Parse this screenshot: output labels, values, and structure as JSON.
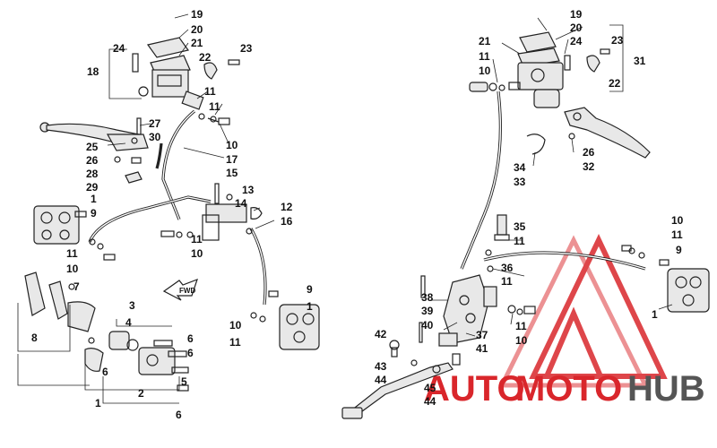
{
  "labels_left": [
    {
      "id": "19a",
      "text": "19"
    },
    {
      "id": "20a",
      "text": "20"
    },
    {
      "id": "21a",
      "text": "21"
    },
    {
      "id": "24a",
      "text": "24"
    },
    {
      "id": "22a",
      "text": "22"
    },
    {
      "id": "23a",
      "text": "23"
    },
    {
      "id": "18",
      "text": "18"
    },
    {
      "id": "11a",
      "text": "11"
    },
    {
      "id": "11b",
      "text": "11"
    },
    {
      "id": "27",
      "text": "27"
    },
    {
      "id": "30",
      "text": "30"
    },
    {
      "id": "10a",
      "text": "10"
    },
    {
      "id": "17",
      "text": "17"
    },
    {
      "id": "25",
      "text": "25"
    },
    {
      "id": "26a",
      "text": "26"
    },
    {
      "id": "28",
      "text": "28"
    },
    {
      "id": "29",
      "text": "29"
    },
    {
      "id": "15",
      "text": "15"
    },
    {
      "id": "13",
      "text": "13"
    },
    {
      "id": "14",
      "text": "14"
    },
    {
      "id": "12",
      "text": "12"
    },
    {
      "id": "16",
      "text": "16"
    },
    {
      "id": "1a",
      "text": "1"
    },
    {
      "id": "9a",
      "text": "9"
    },
    {
      "id": "11c",
      "text": "11"
    },
    {
      "id": "11d",
      "text": "11"
    },
    {
      "id": "10b",
      "text": "10"
    },
    {
      "id": "10c",
      "text": "10"
    },
    {
      "id": "7",
      "text": "7"
    },
    {
      "id": "3",
      "text": "3"
    },
    {
      "id": "4",
      "text": "4"
    },
    {
      "id": "6a",
      "text": "6"
    },
    {
      "id": "6b",
      "text": "6"
    },
    {
      "id": "8",
      "text": "8"
    },
    {
      "id": "6c",
      "text": "6"
    },
    {
      "id": "5",
      "text": "5"
    },
    {
      "id": "1b",
      "text": "1"
    },
    {
      "id": "2",
      "text": "2"
    },
    {
      "id": "6d",
      "text": "6"
    },
    {
      "id": "9b",
      "text": "9"
    },
    {
      "id": "1c",
      "text": "1"
    },
    {
      "id": "10d",
      "text": "10"
    },
    {
      "id": "11e",
      "text": "11"
    }
  ],
  "labels_right": [
    {
      "id": "19b",
      "text": "19"
    },
    {
      "id": "20b",
      "text": "20"
    },
    {
      "id": "21b",
      "text": "21"
    },
    {
      "id": "24b",
      "text": "24"
    },
    {
      "id": "23b",
      "text": "23"
    },
    {
      "id": "31",
      "text": "31"
    },
    {
      "id": "11f",
      "text": "11"
    },
    {
      "id": "10e",
      "text": "10"
    },
    {
      "id": "22b",
      "text": "22"
    },
    {
      "id": "26b",
      "text": "26"
    },
    {
      "id": "32",
      "text": "32"
    },
    {
      "id": "34",
      "text": "34"
    },
    {
      "id": "33",
      "text": "33"
    },
    {
      "id": "10f",
      "text": "10"
    },
    {
      "id": "11g",
      "text": "11"
    },
    {
      "id": "9c",
      "text": "9"
    },
    {
      "id": "35",
      "text": "35"
    },
    {
      "id": "11h",
      "text": "11"
    },
    {
      "id": "36",
      "text": "36"
    },
    {
      "id": "11i",
      "text": "11"
    },
    {
      "id": "38",
      "text": "38"
    },
    {
      "id": "1d",
      "text": "1"
    },
    {
      "id": "39",
      "text": "39"
    },
    {
      "id": "40",
      "text": "40"
    },
    {
      "id": "11j",
      "text": "11"
    },
    {
      "id": "10g",
      "text": "10"
    },
    {
      "id": "42",
      "text": "42"
    },
    {
      "id": "37",
      "text": "37"
    },
    {
      "id": "41",
      "text": "41"
    },
    {
      "id": "43",
      "text": "43"
    },
    {
      "id": "44a",
      "text": "44"
    },
    {
      "id": "45",
      "text": "45"
    },
    {
      "id": "44b",
      "text": "44"
    }
  ],
  "fwd_arrow": "FWD",
  "watermark": {
    "part1": "AUTO",
    "part2": "MOTO",
    "part3": "HUB",
    "red": "#d9262b",
    "dark": "#555555"
  }
}
